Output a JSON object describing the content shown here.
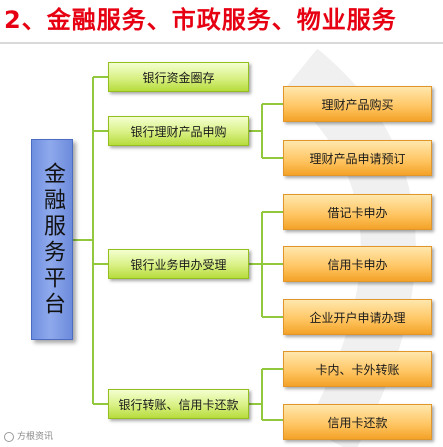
{
  "title": "2、金融服务、市政服务、物业服务",
  "platform": {
    "label": "金融服务平台"
  },
  "level1": [
    {
      "label": "银行资金圈存"
    },
    {
      "label": "银行理财产品申购"
    },
    {
      "label": "银行业务申办受理"
    },
    {
      "label": "银行转账、信用卡还款"
    }
  ],
  "level2": [
    {
      "label": "理财产品购买"
    },
    {
      "label": "理财产品申请预订"
    },
    {
      "label": "借记卡申办"
    },
    {
      "label": "信用卡申办"
    },
    {
      "label": "企业开户申请办理"
    },
    {
      "label": "卡内、卡外转账"
    },
    {
      "label": "信用卡还款"
    }
  ],
  "watermark": {
    "text": "方根资讯"
  },
  "colors": {
    "title": "#e60012",
    "connector": "#92c83e",
    "platform": "#7a98e6",
    "level1_fill": "#d8f084",
    "level2_fill": "#ffc766"
  }
}
